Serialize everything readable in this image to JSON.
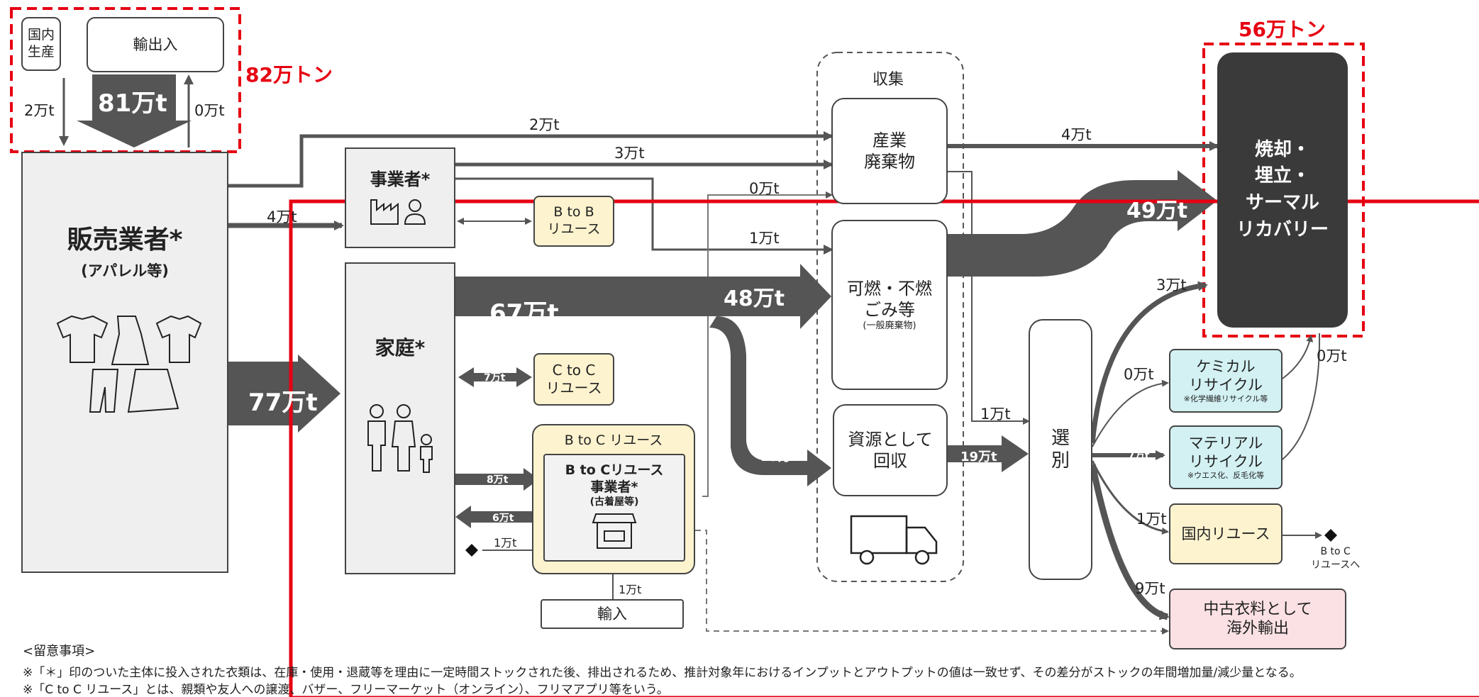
{
  "totals": {
    "input_total": "82万トン",
    "output_total": "56万トン"
  },
  "boxes": {
    "domestic": "国内\n生産",
    "import_export": "輸出入",
    "retailer": "販売業者*",
    "retailer_sub": "(アパレル等)",
    "business": "事業者*",
    "household": "家庭*",
    "b2b_reuse": "B to B\nリユース",
    "c2c_reuse": "C to C\nリユース",
    "b2c_group": "B to C リユース",
    "b2c_operator": "B to Cリユース\n事業者*",
    "b2c_operator_sub": "(古着屋等)",
    "import": "輸入",
    "collection": "収集",
    "industrial_waste": "産業\n廃棄物",
    "combustible": "可燃・不燃\nごみ等",
    "combustible_sub": "(一般廃棄物)",
    "resource": "資源として\n回収",
    "sorting": "選\n別",
    "incineration": "焼却・\n埋立・\nサーマル\nリカバリー",
    "chemical": "ケミカル\nリサイクル",
    "chemical_sub": "※化学繊維リサイクル等",
    "material": "マテリアル\nリサイクル",
    "material_sub": "※ウエス化、反毛化等",
    "domestic_reuse": "国内リユース",
    "to_b2c": "B to C\nリユースへ",
    "overseas": "中古衣料として\n海外輸出"
  },
  "flows": {
    "f81": "81万t",
    "f2_domestic": "2万t",
    "f0_export": "0万t",
    "f77": "77万t",
    "f2_top": "2万t",
    "f3": "3万t",
    "f4_business": "4万t",
    "f0_ind": "0万t",
    "f1_comb": "1万t",
    "f67": "67万t",
    "f48": "48万t",
    "f7_c2c": "7万t",
    "f8": "8万t",
    "f6": "6万t",
    "f1_diamond": "1万t",
    "f1_import": "1万t",
    "f19_a": "19万t",
    "f19_b": "19万t",
    "f4_inc": "4万t",
    "f49": "49万t",
    "f1_sort": "1万t",
    "f3_inc": "3万t",
    "f0_chem": "0万t",
    "f7_mat": "7万t",
    "f1_reuse": "1万t",
    "f9": "9万t",
    "f0_recycle": "0万t"
  },
  "notes": {
    "heading": "<留意事項>",
    "line1": "※「＊」印のついた主体に投入された衣類は、在庫・使用・退蔵等を理由に一定時間ストックされた後、排出されるため、推計対象年におけるインプットとアウトプットの値は一致せず、その差分がストックの年間増加量/減少量となる。",
    "line2": "※「C to C リユース」とは、親類や友人への譲渡、バザー、フリーマーケット（オンライン）、フリマアプリ等をいう。"
  },
  "colors": {
    "flow": "#555555",
    "accent_red": "#e60012",
    "cream": "#fdf3cf",
    "cyan": "#d3f1f3",
    "pink": "#fbe1e4",
    "dark": "#3a3a3a"
  }
}
